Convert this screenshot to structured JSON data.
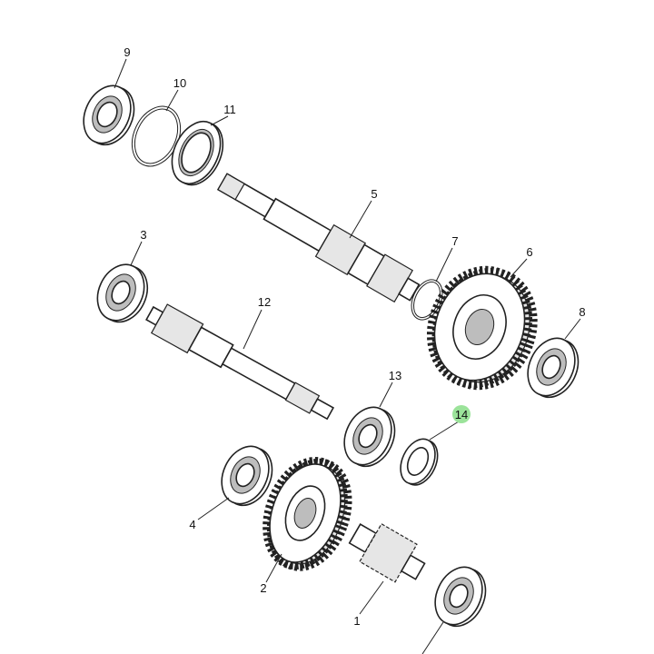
{
  "diagram": {
    "callouts": [
      {
        "id": "9",
        "label": "9"
      },
      {
        "id": "10",
        "label": "10"
      },
      {
        "id": "11",
        "label": "11"
      },
      {
        "id": "5",
        "label": "5"
      },
      {
        "id": "3",
        "label": "3"
      },
      {
        "id": "7",
        "label": "7"
      },
      {
        "id": "6",
        "label": "6"
      },
      {
        "id": "8",
        "label": "8"
      },
      {
        "id": "12",
        "label": "12"
      },
      {
        "id": "13",
        "label": "13"
      },
      {
        "id": "14",
        "label": "14",
        "highlighted": true
      },
      {
        "id": "4",
        "label": "4"
      },
      {
        "id": "2",
        "label": "2"
      },
      {
        "id": "1",
        "label": "1"
      }
    ],
    "highlight_color": "#9be39a"
  }
}
